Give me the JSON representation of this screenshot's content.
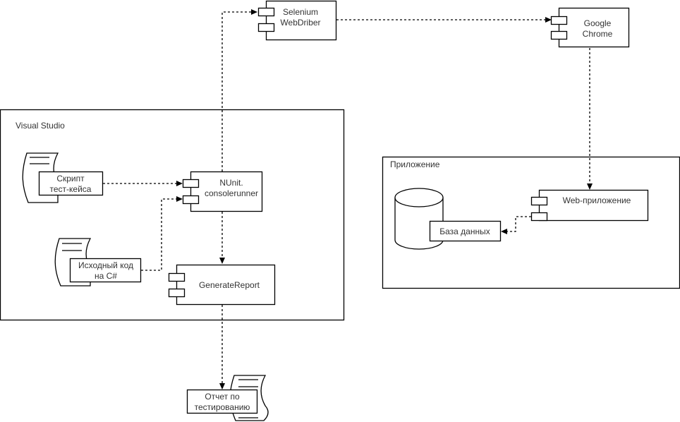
{
  "diagram": {
    "type": "deployment-component-diagram",
    "containers": {
      "visual_studio": {
        "label": "Visual Studio"
      },
      "application": {
        "label": "Приложение"
      }
    },
    "components": {
      "selenium": {
        "line1": "Selenium",
        "line2": "WebDriber",
        "icon": "component-icon"
      },
      "chrome": {
        "line1": "Google",
        "line2": "Chrome",
        "icon": "component-icon"
      },
      "nunit": {
        "line1": "NUnit.",
        "line2": "consolerunner",
        "icon": "component-icon"
      },
      "generate_report": {
        "line1": "GenerateReport",
        "icon": "component-icon"
      },
      "web_app": {
        "line1": "Web-приложение",
        "icon": "component-icon"
      }
    },
    "artifacts": {
      "test_script": {
        "line1": "Скрипт",
        "line2": "тест-кейса",
        "icon": "document-icon"
      },
      "source_code": {
        "line1": "Исходный код",
        "line2": "на C#",
        "icon": "document-icon"
      },
      "test_report": {
        "line1": "Отчет по",
        "line2": "тестированию",
        "icon": "document-icon"
      },
      "database": {
        "line1": "База данных",
        "icon": "database-cylinder-icon"
      }
    },
    "connections": [
      {
        "from": "Скрипт тест-кейса",
        "to": "NUnit.consolerunner",
        "style": "dashed-arrow"
      },
      {
        "from": "Исходный код на C#",
        "to": "NUnit.consolerunner",
        "style": "dashed-arrow"
      },
      {
        "from": "NUnit.consolerunner",
        "to": "Selenium WebDriber",
        "style": "dashed-arrow"
      },
      {
        "from": "Selenium WebDriber",
        "to": "Google Chrome",
        "style": "dashed-arrow"
      },
      {
        "from": "Google Chrome",
        "to": "Web-приложение",
        "style": "dashed-arrow"
      },
      {
        "from": "Web-приложение",
        "to": "База данных",
        "style": "dashed-arrow"
      },
      {
        "from": "NUnit.consolerunner",
        "to": "GenerateReport",
        "style": "dashed-arrow"
      },
      {
        "from": "GenerateReport",
        "to": "Отчет по тестированию",
        "style": "dashed-arrow"
      }
    ],
    "colors": {
      "stroke": "#000000",
      "text": "#333333",
      "background": "#ffffff"
    }
  }
}
